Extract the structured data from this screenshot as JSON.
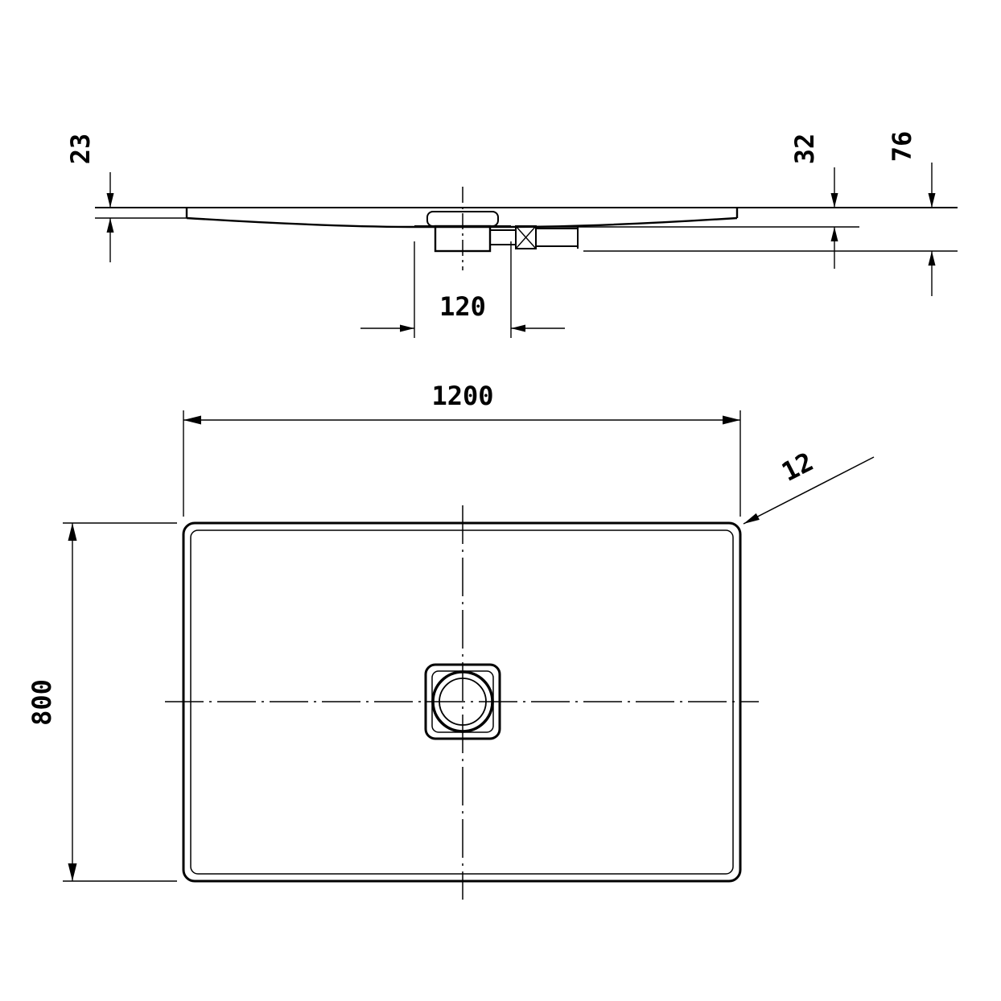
{
  "colors": {
    "background": "#ffffff",
    "line": "#000000"
  },
  "section_view": {
    "dim_edge_thickness": "23",
    "dim_height_mid": "32",
    "dim_height_total": "76",
    "dim_drain_width": "120"
  },
  "plan_view": {
    "dim_length": "1200",
    "dim_width": "800",
    "dim_corner_radius": "12"
  }
}
